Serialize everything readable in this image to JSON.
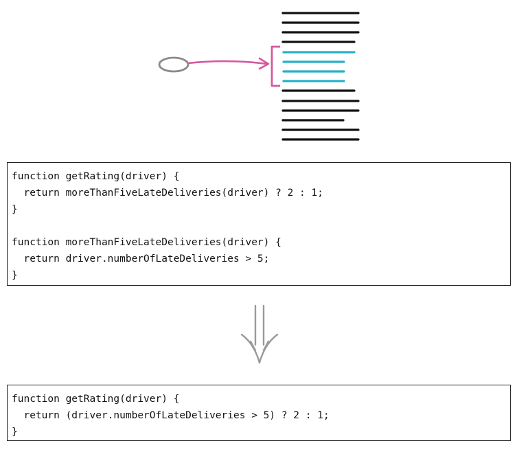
{
  "colors": {
    "text_line": "#111111",
    "highlighted_line": "#26b0c8",
    "bracket_arrow": "#d45a9e",
    "oval": "#8a8a8a",
    "down_arrow": "#9a9a9a",
    "code_border": "#222222"
  },
  "text_lines": {
    "above_count": 4,
    "highlighted_count": 4,
    "below_count": 6
  },
  "code_before": {
    "lines": [
      "function getRating(driver) {",
      "  return moreThanFiveLateDeliveries(driver) ? 2 : 1;",
      "}",
      "",
      "function moreThanFiveLateDeliveries(driver) {",
      "  return driver.numberOfLateDeliveries > 5;",
      "}"
    ]
  },
  "code_after": {
    "lines": [
      "function getRating(driver) {",
      "  return (driver.numberOfLateDeliveries > 5) ? 2 : 1;",
      "}"
    ]
  }
}
